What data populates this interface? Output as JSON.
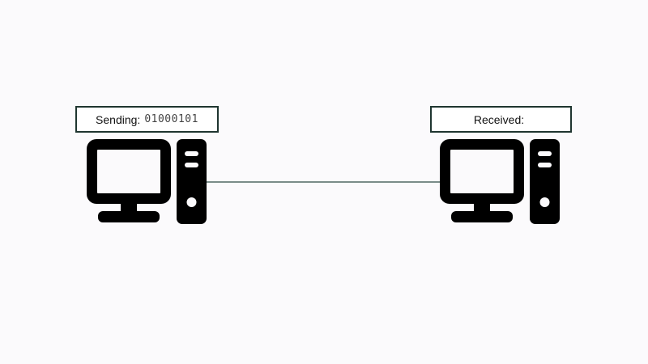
{
  "sender": {
    "label": "Sending:",
    "bits": "01000101",
    "icon": "desktop-computer-icon"
  },
  "receiver": {
    "label": "Received:",
    "bits": "",
    "icon": "desktop-computer-icon"
  },
  "colors": {
    "background": "#fbfafc",
    "box_border": "#1f3530",
    "cable": "#2c4a44",
    "icon": "#000000"
  }
}
